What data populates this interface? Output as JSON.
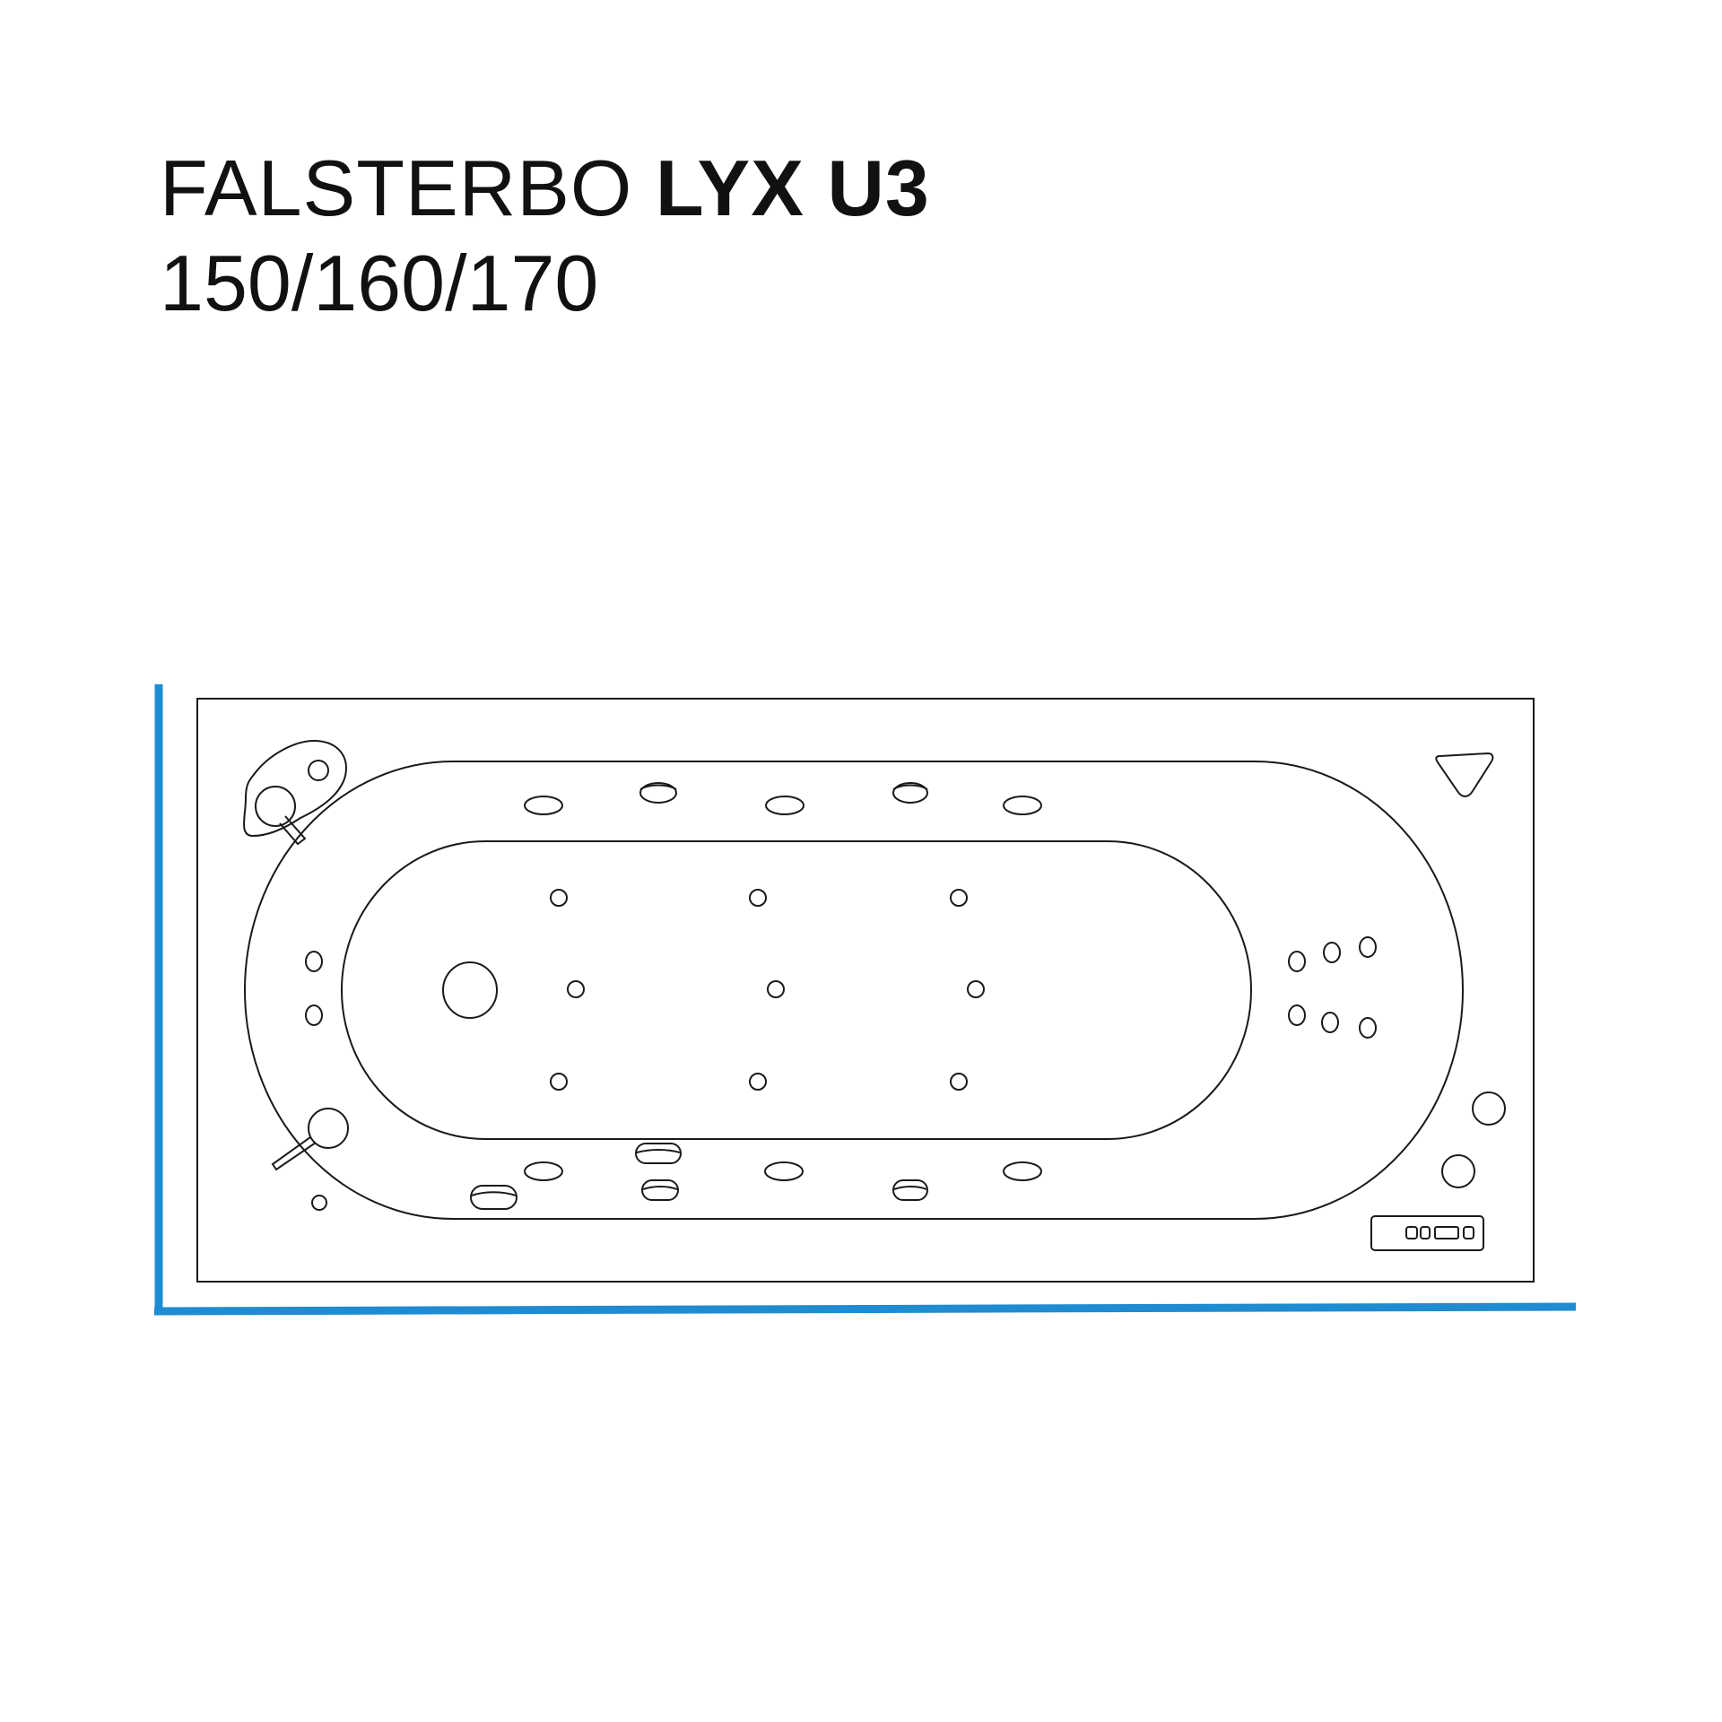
{
  "title": {
    "regular": "FALSTERBO",
    "bold": "LYX U3"
  },
  "subtitle": "150/160/170",
  "colors": {
    "ink": "#111111",
    "wall": "#1f8bd1",
    "background": "#ffffff"
  }
}
